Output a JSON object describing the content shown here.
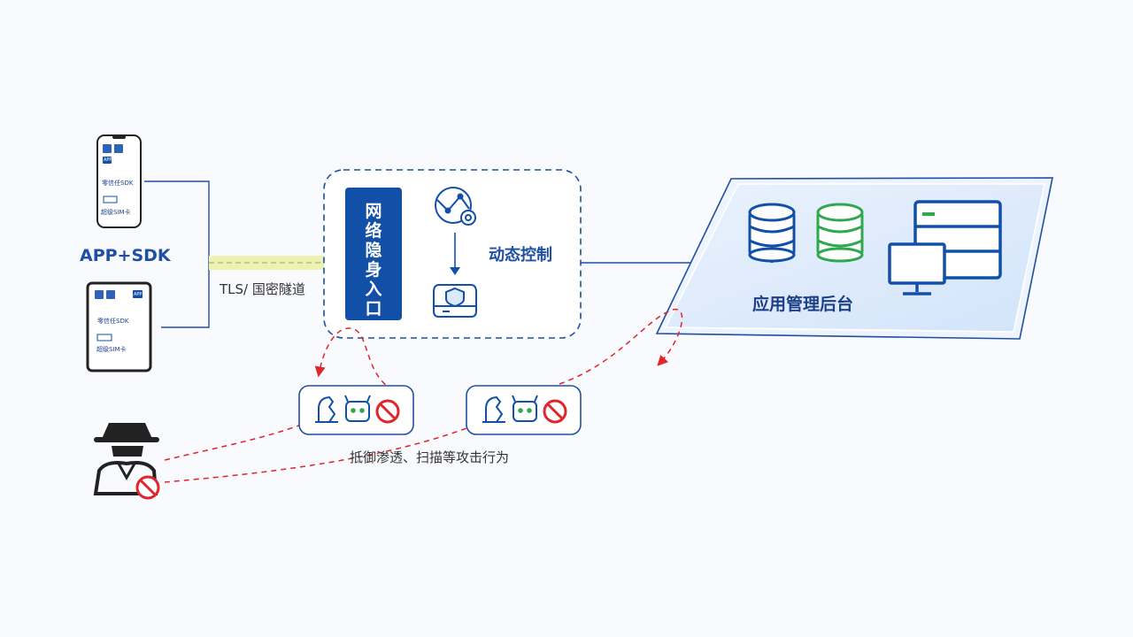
{
  "left": {
    "label": "APP+SDK",
    "devices": [
      {
        "name": "phone",
        "sdk_label": "零信任SDK",
        "sim_label": "超级SIM卡",
        "app_badge": "APP"
      },
      {
        "name": "tablet",
        "sdk_label": "零信任SDK",
        "sim_label": "超级SIM卡",
        "app_badge": "APP"
      }
    ],
    "tunnel_label": "TLS/ 国密隧道"
  },
  "gateway": {
    "entry_chars": [
      "网",
      "络",
      "隐",
      "身",
      "入",
      "口"
    ],
    "control_label": "动态控制",
    "icons": [
      "network-settings-icon",
      "shield-server-icon"
    ]
  },
  "backend": {
    "label": "应用管理后台",
    "icons": [
      "database-blue-icon",
      "database-green-icon",
      "server-icon",
      "monitor-icon"
    ]
  },
  "attack": {
    "label": "抵御渗透、扫描等攻击行为",
    "blocked_groups": [
      {
        "icons": [
          "trojan-horse-icon",
          "malware-bot-icon",
          "blocked-icon"
        ]
      },
      {
        "icons": [
          "trojan-horse-icon",
          "malware-bot-icon",
          "blocked-icon"
        ]
      }
    ],
    "attacker_icon": "hacker-icon"
  },
  "colors": {
    "primary": "#1250a8",
    "accent_green": "#2fa84f",
    "attack_red": "#e0252b",
    "tunnel_yellow": "#eef2b0",
    "panel_blue": "#dce9fb"
  }
}
